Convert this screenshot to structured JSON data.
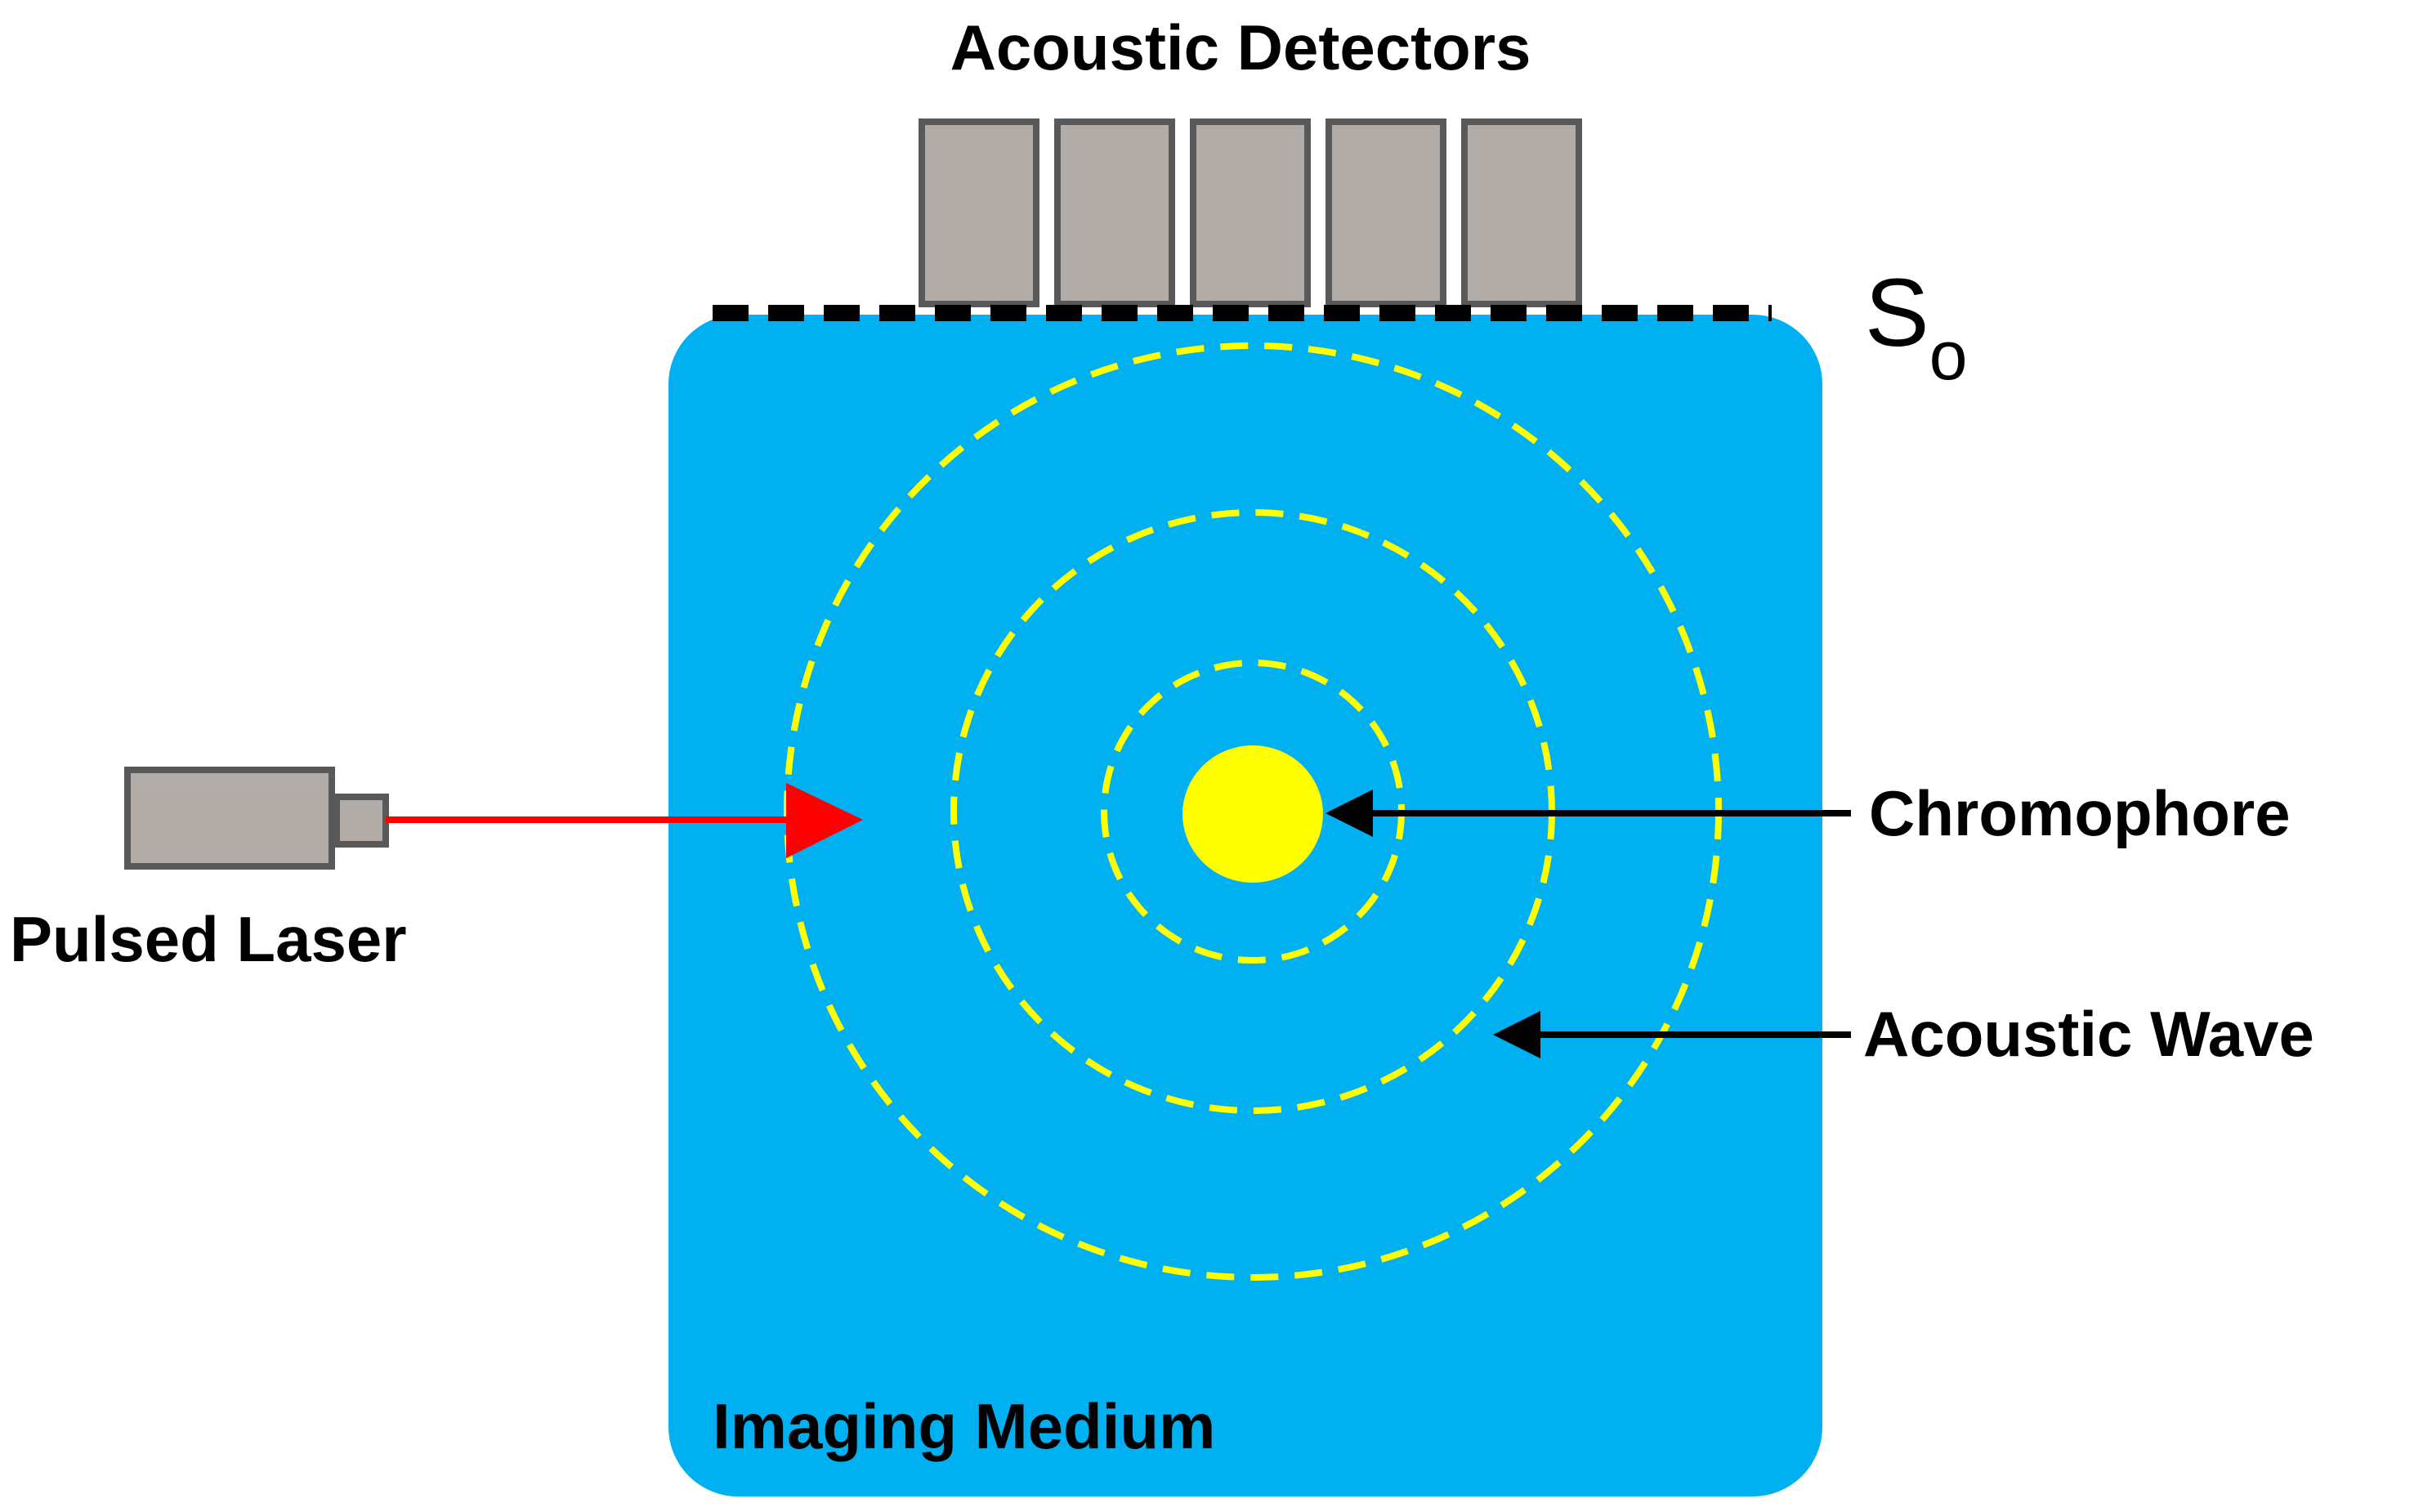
{
  "labels": {
    "detectors": "Acoustic Detectors",
    "surface_main": "S",
    "surface_sub": "o",
    "laser": "Pulsed Laser",
    "chromophore": "Chromophore",
    "wave": "Acoustic Wave",
    "medium": "Imaging Medium"
  },
  "colors": {
    "medium": "#00b0f0",
    "wave": "#ffff00",
    "chromophore": "#ffff00",
    "device_fill": "#b1aca8",
    "device_stroke": "#595959",
    "laser_beam": "#ff0000",
    "pointer": "#000000",
    "surface_line": "#000000"
  },
  "icons": {
    "laser_device": "laser-icon",
    "detector": "transducer-icon"
  }
}
